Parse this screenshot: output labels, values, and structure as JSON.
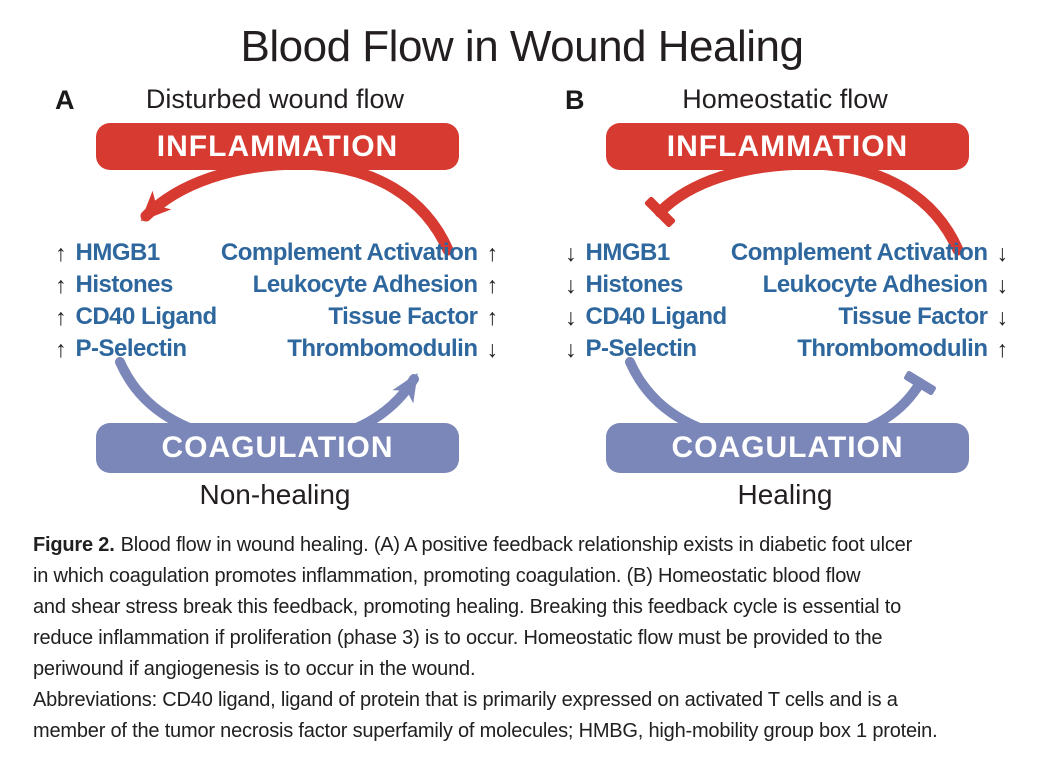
{
  "title": "Blood Flow in Wound Healing",
  "colors": {
    "inflammation_red": "#d63a30",
    "coagulation_blue": "#7b87b8",
    "marker_text_blue": "#2e679d",
    "arrow_black": "#231f20"
  },
  "panels": [
    {
      "label": "A",
      "subtitle": "Disturbed wound flow",
      "inflammation_label": "INFLAMMATION",
      "coagulation_label": "COAGULATION",
      "outcome": "Non-healing",
      "inflammation_link_end": "arrowhead",
      "coagulation_link_end": "arrowhead",
      "left_markers": [
        {
          "arrow": "↑",
          "name": "HMGB1"
        },
        {
          "arrow": "↑",
          "name": "Histones"
        },
        {
          "arrow": "↑",
          "name": "CD40 Ligand"
        },
        {
          "arrow": "↑",
          "name": "P-Selectin"
        }
      ],
      "right_markers": [
        {
          "name": "Complement Activation",
          "arrow": "↑"
        },
        {
          "name": "Leukocyte Adhesion",
          "arrow": "↑"
        },
        {
          "name": "Tissue Factor",
          "arrow": "↑"
        },
        {
          "name": "Thrombomodulin",
          "arrow": "↓"
        }
      ]
    },
    {
      "label": "B",
      "subtitle": "Homeostatic flow",
      "inflammation_label": "INFLAMMATION",
      "coagulation_label": "COAGULATION",
      "outcome": "Healing",
      "inflammation_link_end": "inhibition-bar",
      "coagulation_link_end": "inhibition-bar",
      "left_markers": [
        {
          "arrow": "↓",
          "name": "HMGB1"
        },
        {
          "arrow": "↓",
          "name": "Histones"
        },
        {
          "arrow": "↓",
          "name": "CD40 Ligand"
        },
        {
          "arrow": "↓",
          "name": "P-Selectin"
        }
      ],
      "right_markers": [
        {
          "name": "Complement Activation",
          "arrow": "↓"
        },
        {
          "name": "Leukocyte Adhesion",
          "arrow": "↓"
        },
        {
          "name": "Tissue Factor",
          "arrow": "↓"
        },
        {
          "name": "Thrombomodulin",
          "arrow": "↑"
        }
      ]
    }
  ],
  "caption": {
    "label": "Figure 2.",
    "text": "Blood flow in wound healing. (A) A positive feedback relationship exists in diabetic foot ulcer\nin which coagulation promotes inflammation, promoting coagulation. (B) Homeostatic blood flow\nand shear stress break this feedback, promoting healing. Breaking this feedback cycle is essential to\nreduce inflammation if proliferation (phase 3) is to occur. Homeostatic flow must be provided to the\nperiwound if angiogenesis is to occur in the wound.",
    "abbreviations": "Abbreviations: CD40 ligand, ligand of protein that is primarily expressed on activated T cells and is a\nmember of the tumor necrosis factor superfamily of molecules; HMBG, high-mobility group box 1 protein."
  }
}
